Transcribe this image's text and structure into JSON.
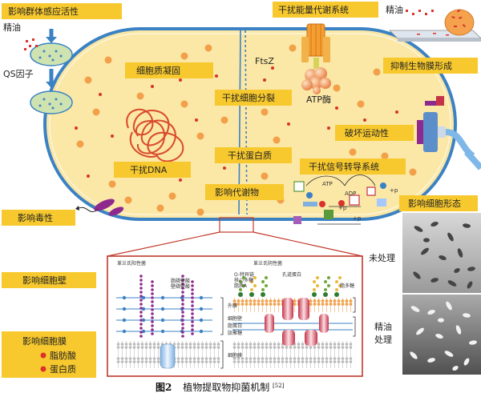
{
  "labels": {
    "quorum": "影响群体感应活性",
    "energy": "干扰能量代谢系统",
    "oil_top": "精油",
    "oil_left": "精油",
    "qs": "QS因子",
    "biofilm": "抑制生物膜形成",
    "cytoplasm": "细胞质凝固",
    "ftsz": "FtsZ",
    "atpase": "ATP酶",
    "division": "干扰细胞分裂",
    "motility": "破坏运动性",
    "protein": "干扰蛋白质",
    "dna": "干扰DNA",
    "signal": "干扰信号转导系统",
    "metabolite": "影响代谢物",
    "morphology": "影响细胞形态",
    "toxicity": "影响毒性",
    "wall": "影响细胞壁",
    "untreated": "未处理",
    "oil_treated_1": "精油",
    "oil_treated_2": "处理",
    "membrane": "影响细胞膜",
    "fatty": "脂肪酸",
    "protein_legend": "蛋白质"
  },
  "signal_terms": {
    "atp": "ATP",
    "adp": "ADP",
    "p1": "+p",
    "p2": "+p",
    "p3": "+p"
  },
  "detail": {
    "gram_pos": "革兰氏阳性菌",
    "gram_neg": "革兰氏阴性菌",
    "lipoteichoic": "脂磷壁酸",
    "teichoic": "壁磷壁酸",
    "o_antigen": "O-特异链",
    "core_poly": "核心多糖",
    "lipid_a": "脂质A",
    "porin": "孔道蛋白",
    "lps": "脂多糖",
    "outer_membrane": "外膜",
    "cell_wall": "细胞壁",
    "lipoprotein": "脂蛋白",
    "peptidoglycan": "肽聚糖",
    "cell_membrane": "细胞膜"
  },
  "caption": {
    "fig": "图2",
    "text": "植物提取物抑菌机制",
    "ref": "[52]"
  },
  "colors": {
    "cell_fill": "#fbe7a6",
    "cell_stroke": "#3b82c4",
    "label_bg": "#f7c92e",
    "dot_orange": "#f2a04a",
    "dot_red": "#d9332b",
    "detail_border": "#c0392b",
    "purple": "#8e2a8e"
  }
}
